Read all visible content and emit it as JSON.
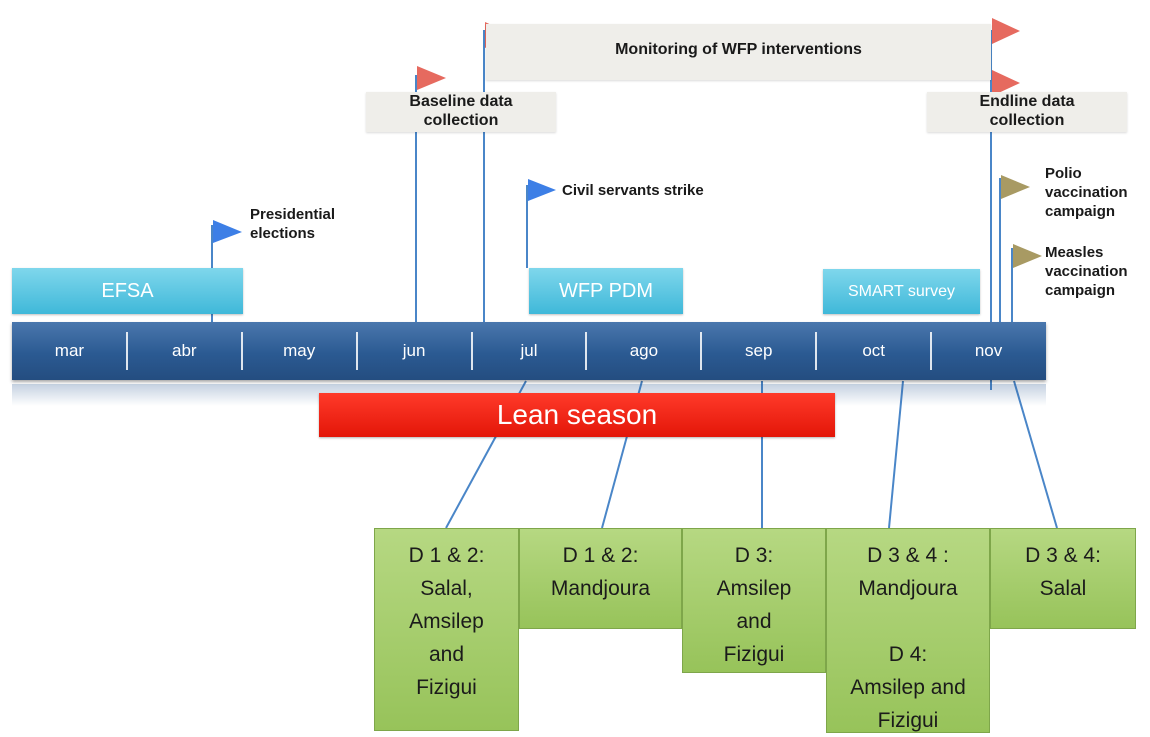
{
  "months": [
    "mar",
    "abr",
    "may",
    "jun",
    "jul",
    "ago",
    "sep",
    "oct",
    "nov"
  ],
  "bars": {
    "efsa": "EFSA",
    "wfp_pdm": "WFP PDM",
    "smart": "SMART survey",
    "lean": "Lean season"
  },
  "labels": {
    "monitoring": "Monitoring of WFP interventions",
    "baseline": "Baseline data\ncollection",
    "endline": "Endline data\ncollection",
    "presidential": "Presidential\nelections",
    "civil": "Civil servants strike",
    "polio": "Polio\nvaccination\ncampaign",
    "measles": "Measles\nvaccination\ncampaign"
  },
  "boxes": [
    "D 1 & 2:\nSalal,\nAmsilep\nand\nFizigui",
    "D 1 & 2:\nMandjoura",
    "D 3:\nAmsilep\nand\nFizigui",
    "D 3 & 4 :\nMandjoura\n\nD 4:\nAmsilep and\nFizigui",
    "D 3 & 4:\nSalal"
  ],
  "colors": {
    "month_bar": "#2b5a92",
    "cyan_bar": "#4cc1e0",
    "lean": "#e8190b",
    "green_box": "#a8cd6f",
    "flag_red": "#e66a5f",
    "flag_blue": "#3d7fe6",
    "flag_olive": "#a89a63"
  }
}
